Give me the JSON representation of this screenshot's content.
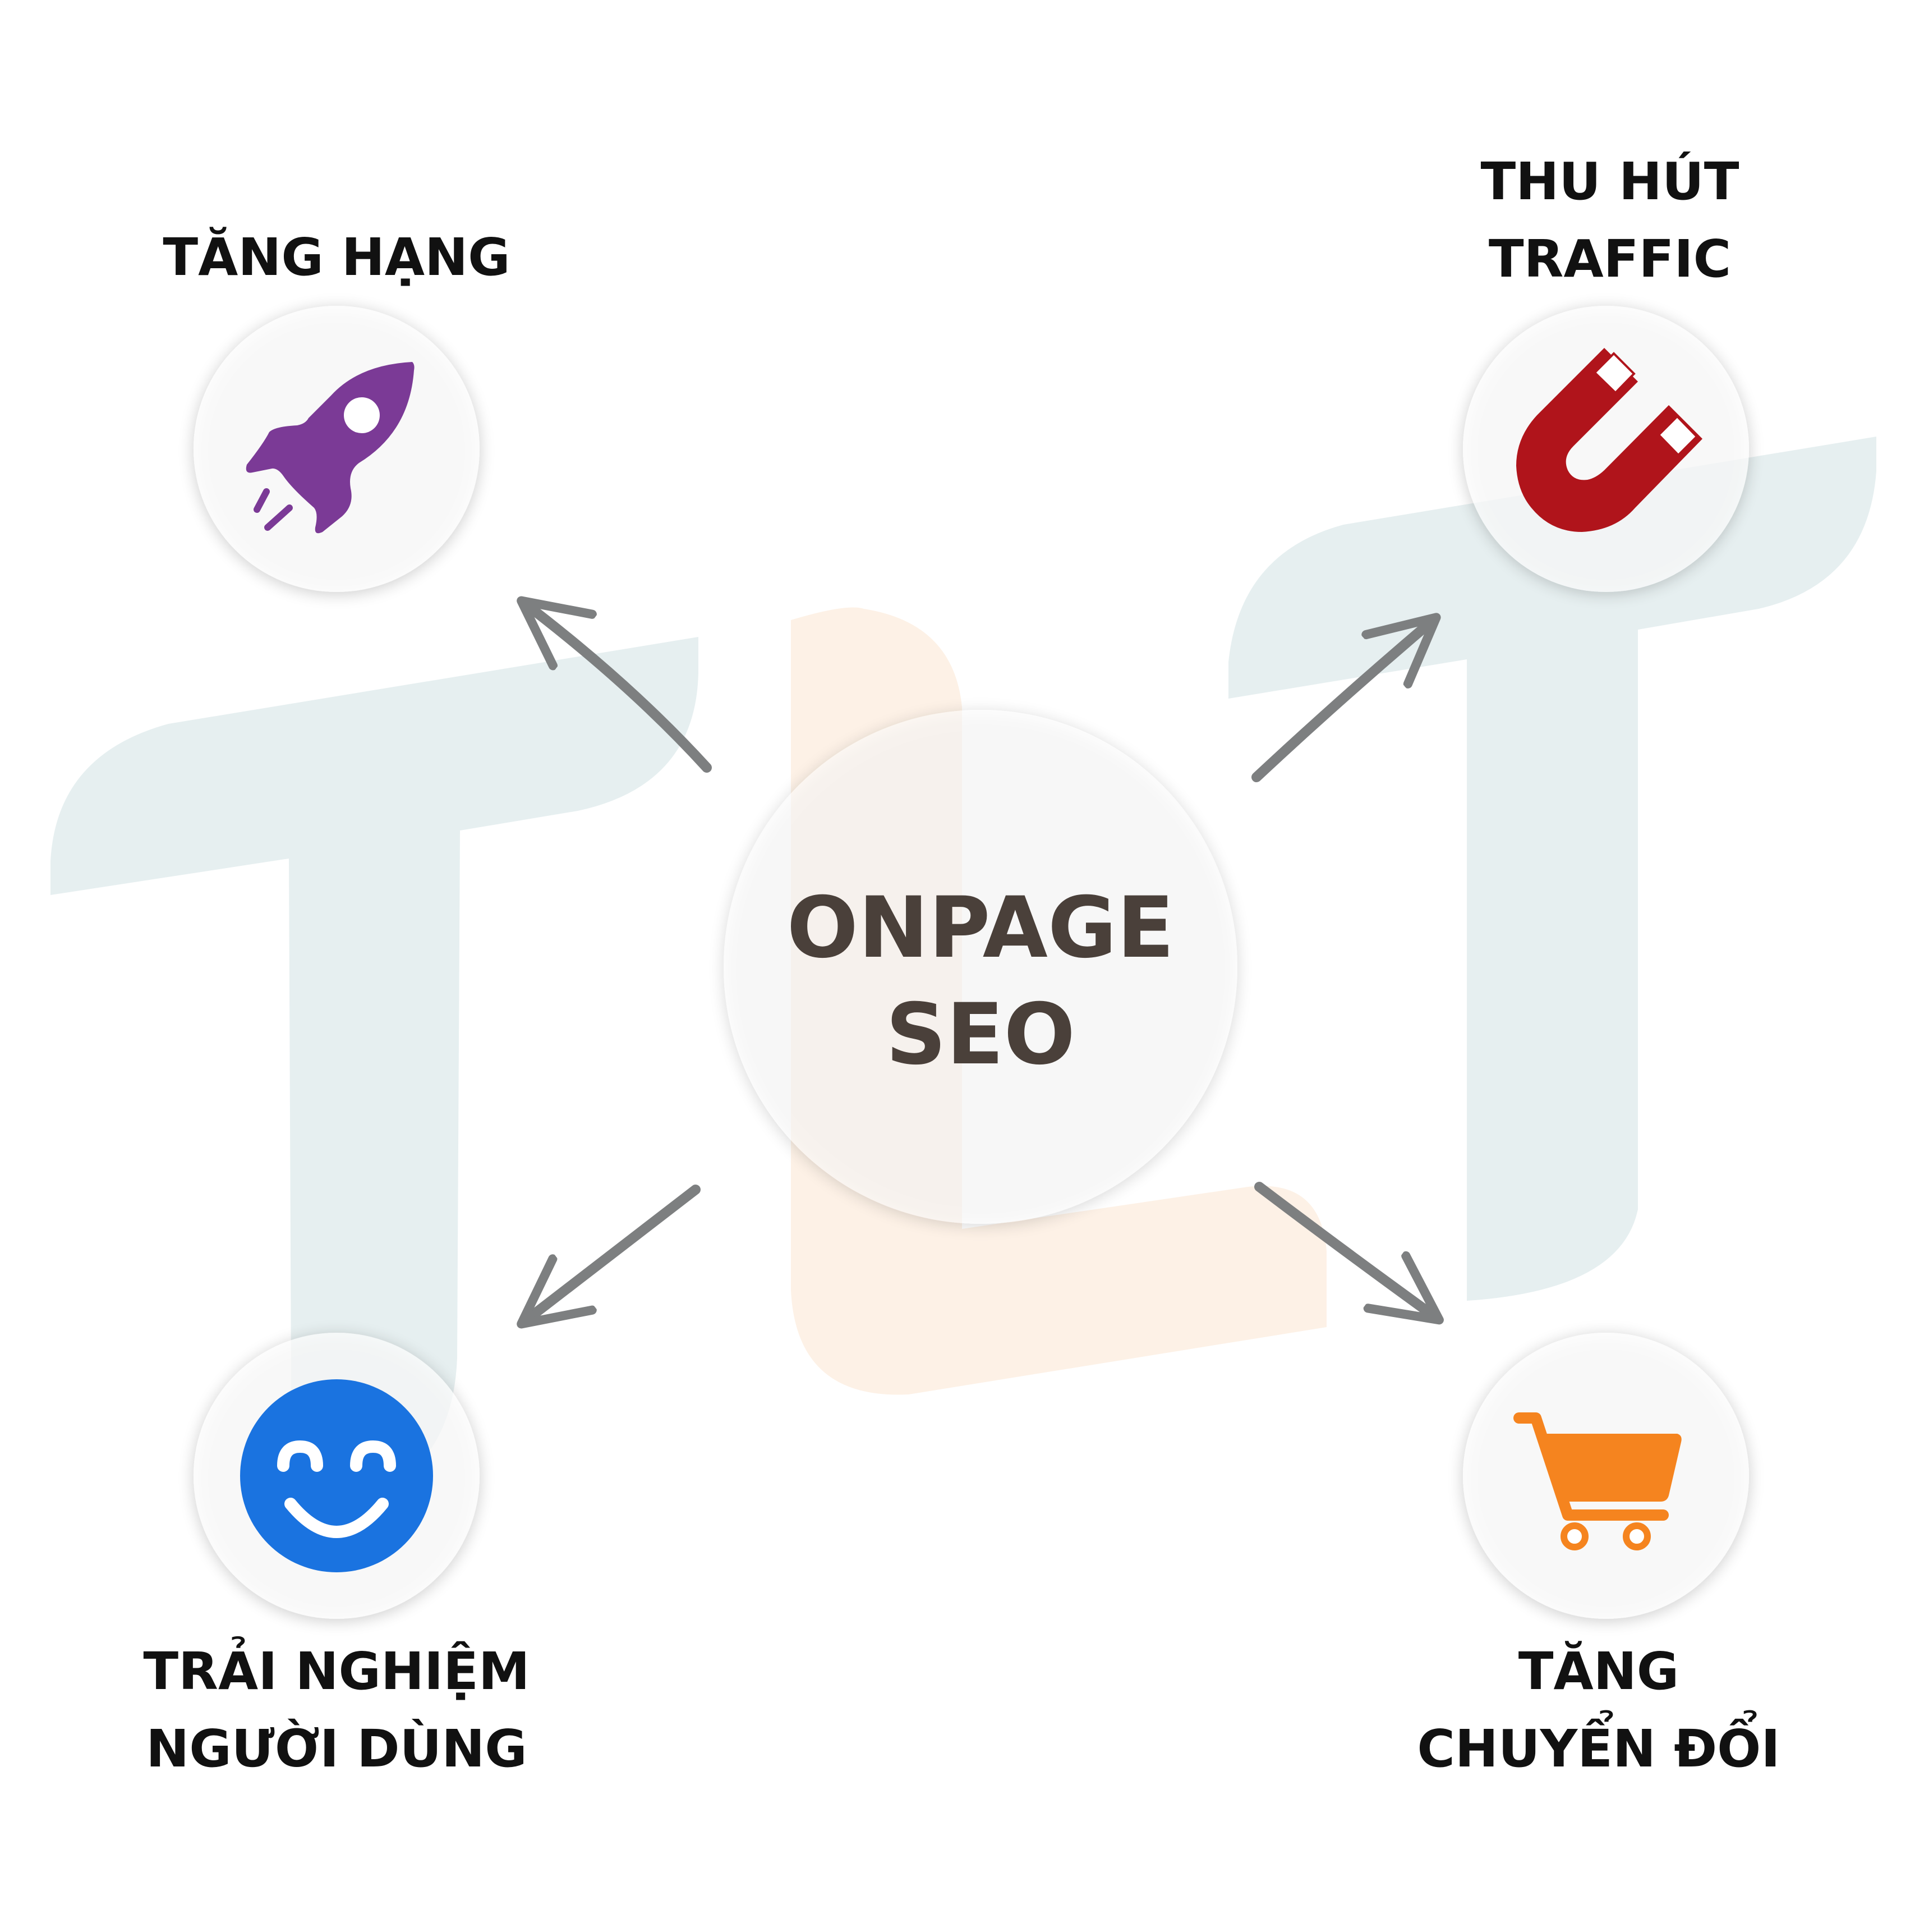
{
  "center": {
    "line1": "ONPAGE",
    "line2": "SEO"
  },
  "nodes": {
    "top_left": {
      "line1": "TĂNG HẠNG",
      "icon": "rocket-icon",
      "color": "#7b3a96"
    },
    "top_right": {
      "line1": "THU HÚT",
      "line2": "TRAFFIC",
      "icon": "magnet-icon",
      "color": "#b0141b"
    },
    "bottom_left": {
      "line1": "TRẢI NGHIỆM",
      "line2": "NGƯỜI DÙNG",
      "icon": "smiley-face-icon",
      "color": "#1a73e0"
    },
    "bottom_right": {
      "line1": "TĂNG",
      "line2": "CHUYỂN ĐỔI",
      "icon": "shopping-cart-icon",
      "color": "#f5841f"
    }
  },
  "colors": {
    "arrow": "#7d7f80",
    "watermark_t": "#e6eff0",
    "watermark_l": "#fdf1e6",
    "center_text": "#4a403a",
    "label_text": "#111111"
  }
}
